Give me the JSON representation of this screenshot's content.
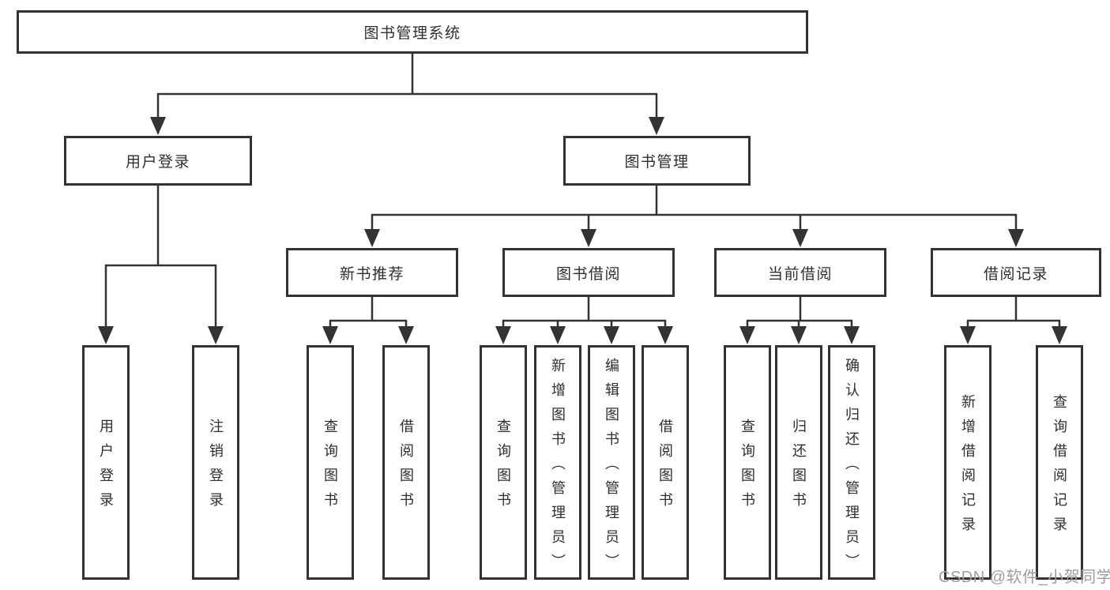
{
  "tree": {
    "label": "图书管理系统",
    "children": [
      {
        "label": "用户登录",
        "children": [
          {
            "label": "用户登录"
          },
          {
            "label": "注销登录"
          }
        ]
      },
      {
        "label": "图书管理",
        "children": [
          {
            "label": "新书推荐",
            "children": [
              {
                "label": "查询图书"
              },
              {
                "label": "借阅图书"
              }
            ]
          },
          {
            "label": "图书借阅",
            "children": [
              {
                "label": "查询图书"
              },
              {
                "label": "新增图书（管理员）"
              },
              {
                "label": "编辑图书（管理员）"
              },
              {
                "label": "借阅图书"
              }
            ]
          },
          {
            "label": "当前借阅",
            "children": [
              {
                "label": "查询图书"
              },
              {
                "label": "归还图书"
              },
              {
                "label": "确认归还（管理员）"
              }
            ]
          },
          {
            "label": "借阅记录",
            "children": [
              {
                "label": "新增借阅记录"
              },
              {
                "label": "查询借阅记录"
              }
            ]
          }
        ]
      }
    ]
  },
  "watermark": {
    "text": "CSDN @软件_小贺同学"
  },
  "colors": {
    "line": "#333333",
    "box_border": "#333333",
    "text": "#2e2e2e",
    "watermark": "#9e9e9e",
    "background": "#ffffff"
  }
}
